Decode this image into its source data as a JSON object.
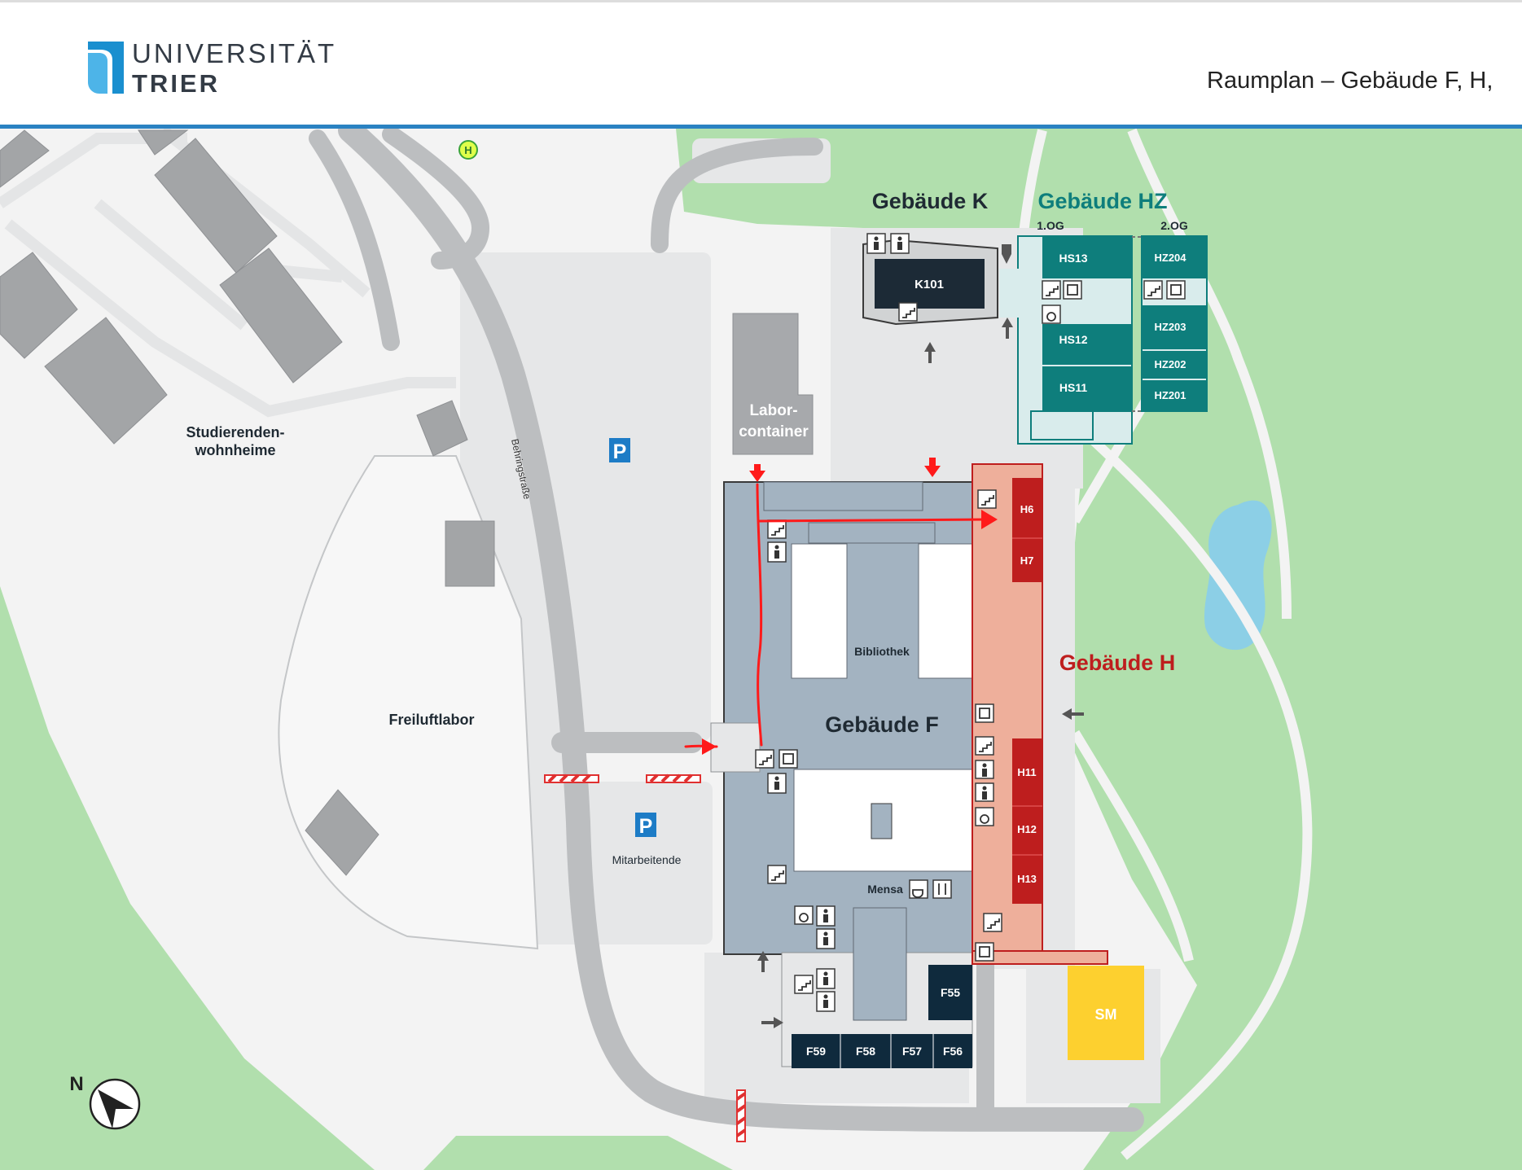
{
  "header": {
    "logo_line1": "UNIVERSITÄT",
    "logo_line2": "TRIER",
    "title": "Raumplan – Gebäude F, H,"
  },
  "colors": {
    "accent_blue": "#2a82c2",
    "green_space": "#b1dfad",
    "road": "#bcbec0",
    "building_f": "#a3b3c1",
    "building_h": "#eeaf9b",
    "hall_red": "#be1e1e",
    "building_hz": "#d9ecec",
    "hall_teal": "#0e7e7c",
    "dark_room": "#0f2a3d",
    "sm_yellow": "#fdd02f",
    "route_red": "#ff1a1a"
  },
  "buildings": {
    "k": {
      "name": "Gebäude K",
      "room": "K101"
    },
    "hz": {
      "name": "Gebäude HZ",
      "floor1": "1.OG",
      "floor2": "2.OG",
      "rooms_1og": [
        "HS13",
        "HS12",
        "HS11"
      ],
      "rooms_2og": [
        "HZ204",
        "HZ203",
        "HZ202",
        "HZ201"
      ]
    },
    "f": {
      "name": "Gebäude F",
      "bibliothek": "Bibliothek",
      "mensa": "Mensa",
      "rooms_bottom": [
        "F59",
        "F58",
        "F57",
        "F56"
      ],
      "room_f55": "F55"
    },
    "h": {
      "name": "Gebäude H",
      "rooms": [
        "H6",
        "H7",
        "H11",
        "H12",
        "H13"
      ]
    },
    "sm": "SM"
  },
  "places": {
    "studierenden_line1": "Studierenden-",
    "studierenden_line2": "wohnheime",
    "freiluftlabor": "Freiluftlabor",
    "labor_line1": "Labor-",
    "labor_line2": "container",
    "parking": "P",
    "mitarbeitende": "Mitarbeitende",
    "bus_stop": "H",
    "street": "Behringstraße",
    "north": "N"
  }
}
